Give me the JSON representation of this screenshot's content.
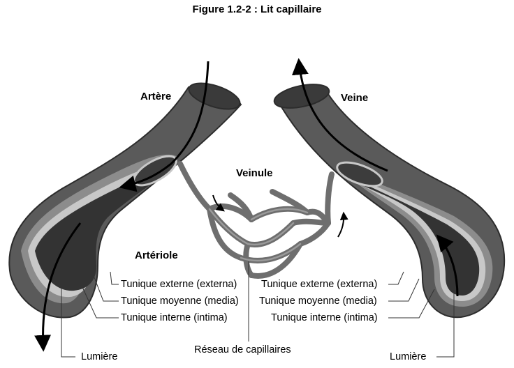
{
  "figure": {
    "title": "Figure 1.2-2 : Lit capillaire"
  },
  "labels": {
    "artere": "Artère",
    "veine": "Veine",
    "veinule": "Veinule",
    "arteriole": "Artériole",
    "left_externe": "Tunique externe (externa)",
    "left_moyenne": "Tunique moyenne (media)",
    "left_interne": "Tunique interne (intima)",
    "right_externe": "Tunique externe (externa)",
    "right_moyenne": "Tunique moyenne (media)",
    "right_interne": "Tunique interne (intima)",
    "reseau": "Réseau de capillaires",
    "lumiere_left": "Lumière",
    "lumiere_right": "Lumière"
  },
  "colors": {
    "outer_wall": "#5a5a5a",
    "media": "#8c8c8c",
    "intima": "#c8c8c8",
    "lumen": "#333333",
    "capillary": "#6e6e6e",
    "arrow": "#000000"
  }
}
